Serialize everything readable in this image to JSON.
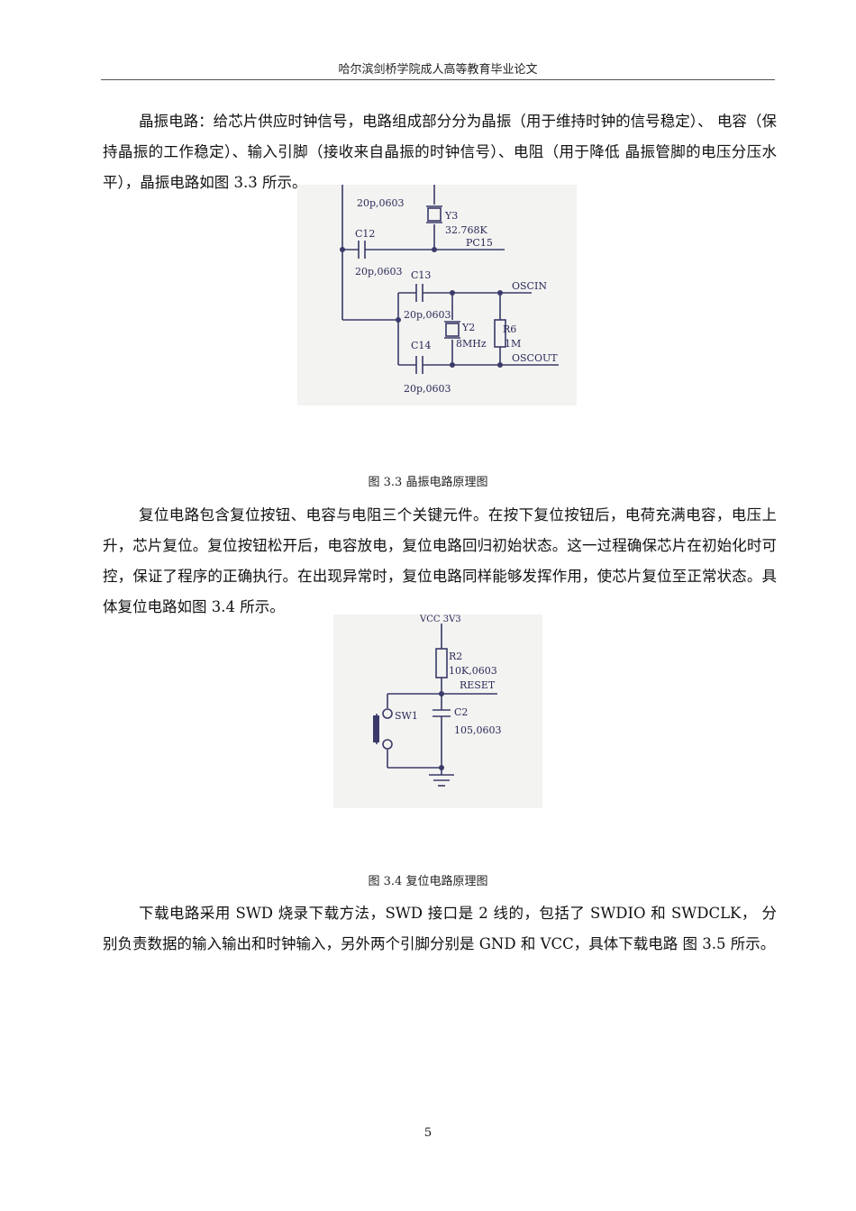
{
  "header": {
    "title": "哈尔滨剑桥学院成人高等教育毕业论文"
  },
  "paragraphs": {
    "p1": "晶振电路：给芯片供应时钟信号，电路组成部分分为晶振（用于维持时钟的信号稳定）、 电容（保持晶振的工作稳定）、输入引脚（接收来自晶振的时钟信号）、电阻（用于降低 晶振管脚的电压分压水平），晶振电路如图 3.3 所示。",
    "p2": "复位电路包含复位按钮、电容与电阻三个关键元件。在按下复位按钮后，电荷充满电容，电压上升，芯片复位。复位按钮松开后，电容放电，复位电路回归初始状态。这一过程确保芯片在初始化时可控，保证了程序的正确执行。在出现异常时，复位电路同样能够发挥作用，使芯片复位至正常状态。具体复位电路如图 3.4 所示。",
    "p3": "下载电路采用 SWD 烧录下载方法，SWD 接口是 2 线的，包括了 SWDIO 和 SWDCLK， 分别负责数据的输入输出和时钟输入，另外两个引脚分别是 GND 和 VCC，具体下载电路 图 3.5 所示。"
  },
  "figures": {
    "fig33": {
      "caption": "图 3.3 晶振电路原理图",
      "labels": {
        "c_top": "20p,0603",
        "y3": "Y3",
        "y3_freq": "32.768K",
        "c12": "C12",
        "pc15": "PC15",
        "c12_val": "20p,0603",
        "c13": "C13",
        "oscin": "OSCIN",
        "c13_val": "20p,0603",
        "y2": "Y2",
        "y2_freq": "8MHz",
        "r6": "R6",
        "r6_val": "1M",
        "c14": "C14",
        "oscout": "OSCOUT",
        "c14_val": "20p,0603"
      }
    },
    "fig34": {
      "caption": "图 3.4 复位电路原理图",
      "labels": {
        "vcc": "VCC 3V3",
        "r2": "R2",
        "r2_val": "10K,0603",
        "reset": "RESET",
        "sw1": "SW1",
        "c2": "C2",
        "c2_val": "105,0603"
      }
    }
  },
  "page_number": "5"
}
